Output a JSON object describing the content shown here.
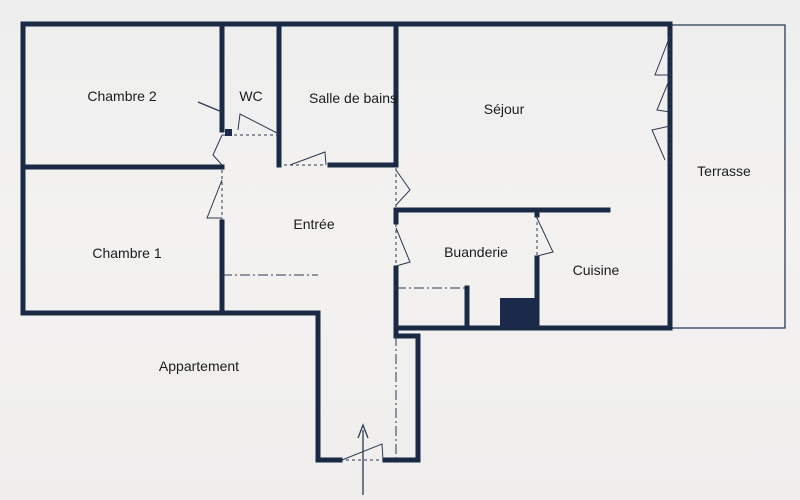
{
  "rooms": {
    "chambre2": "Chambre 2",
    "wc": "WC",
    "salle_de_bains": "Salle de bains",
    "sejour": "Séjour",
    "terrasse": "Terrasse",
    "entree": "Entrée",
    "chambre1": "Chambre 1",
    "buanderie": "Buanderie",
    "cuisine": "Cuisine",
    "appartement": "Appartement"
  },
  "colors": {
    "wall": "#1a2a44",
    "fill_dark": "#1b2a4a",
    "paper": "#f1f0ef"
  }
}
